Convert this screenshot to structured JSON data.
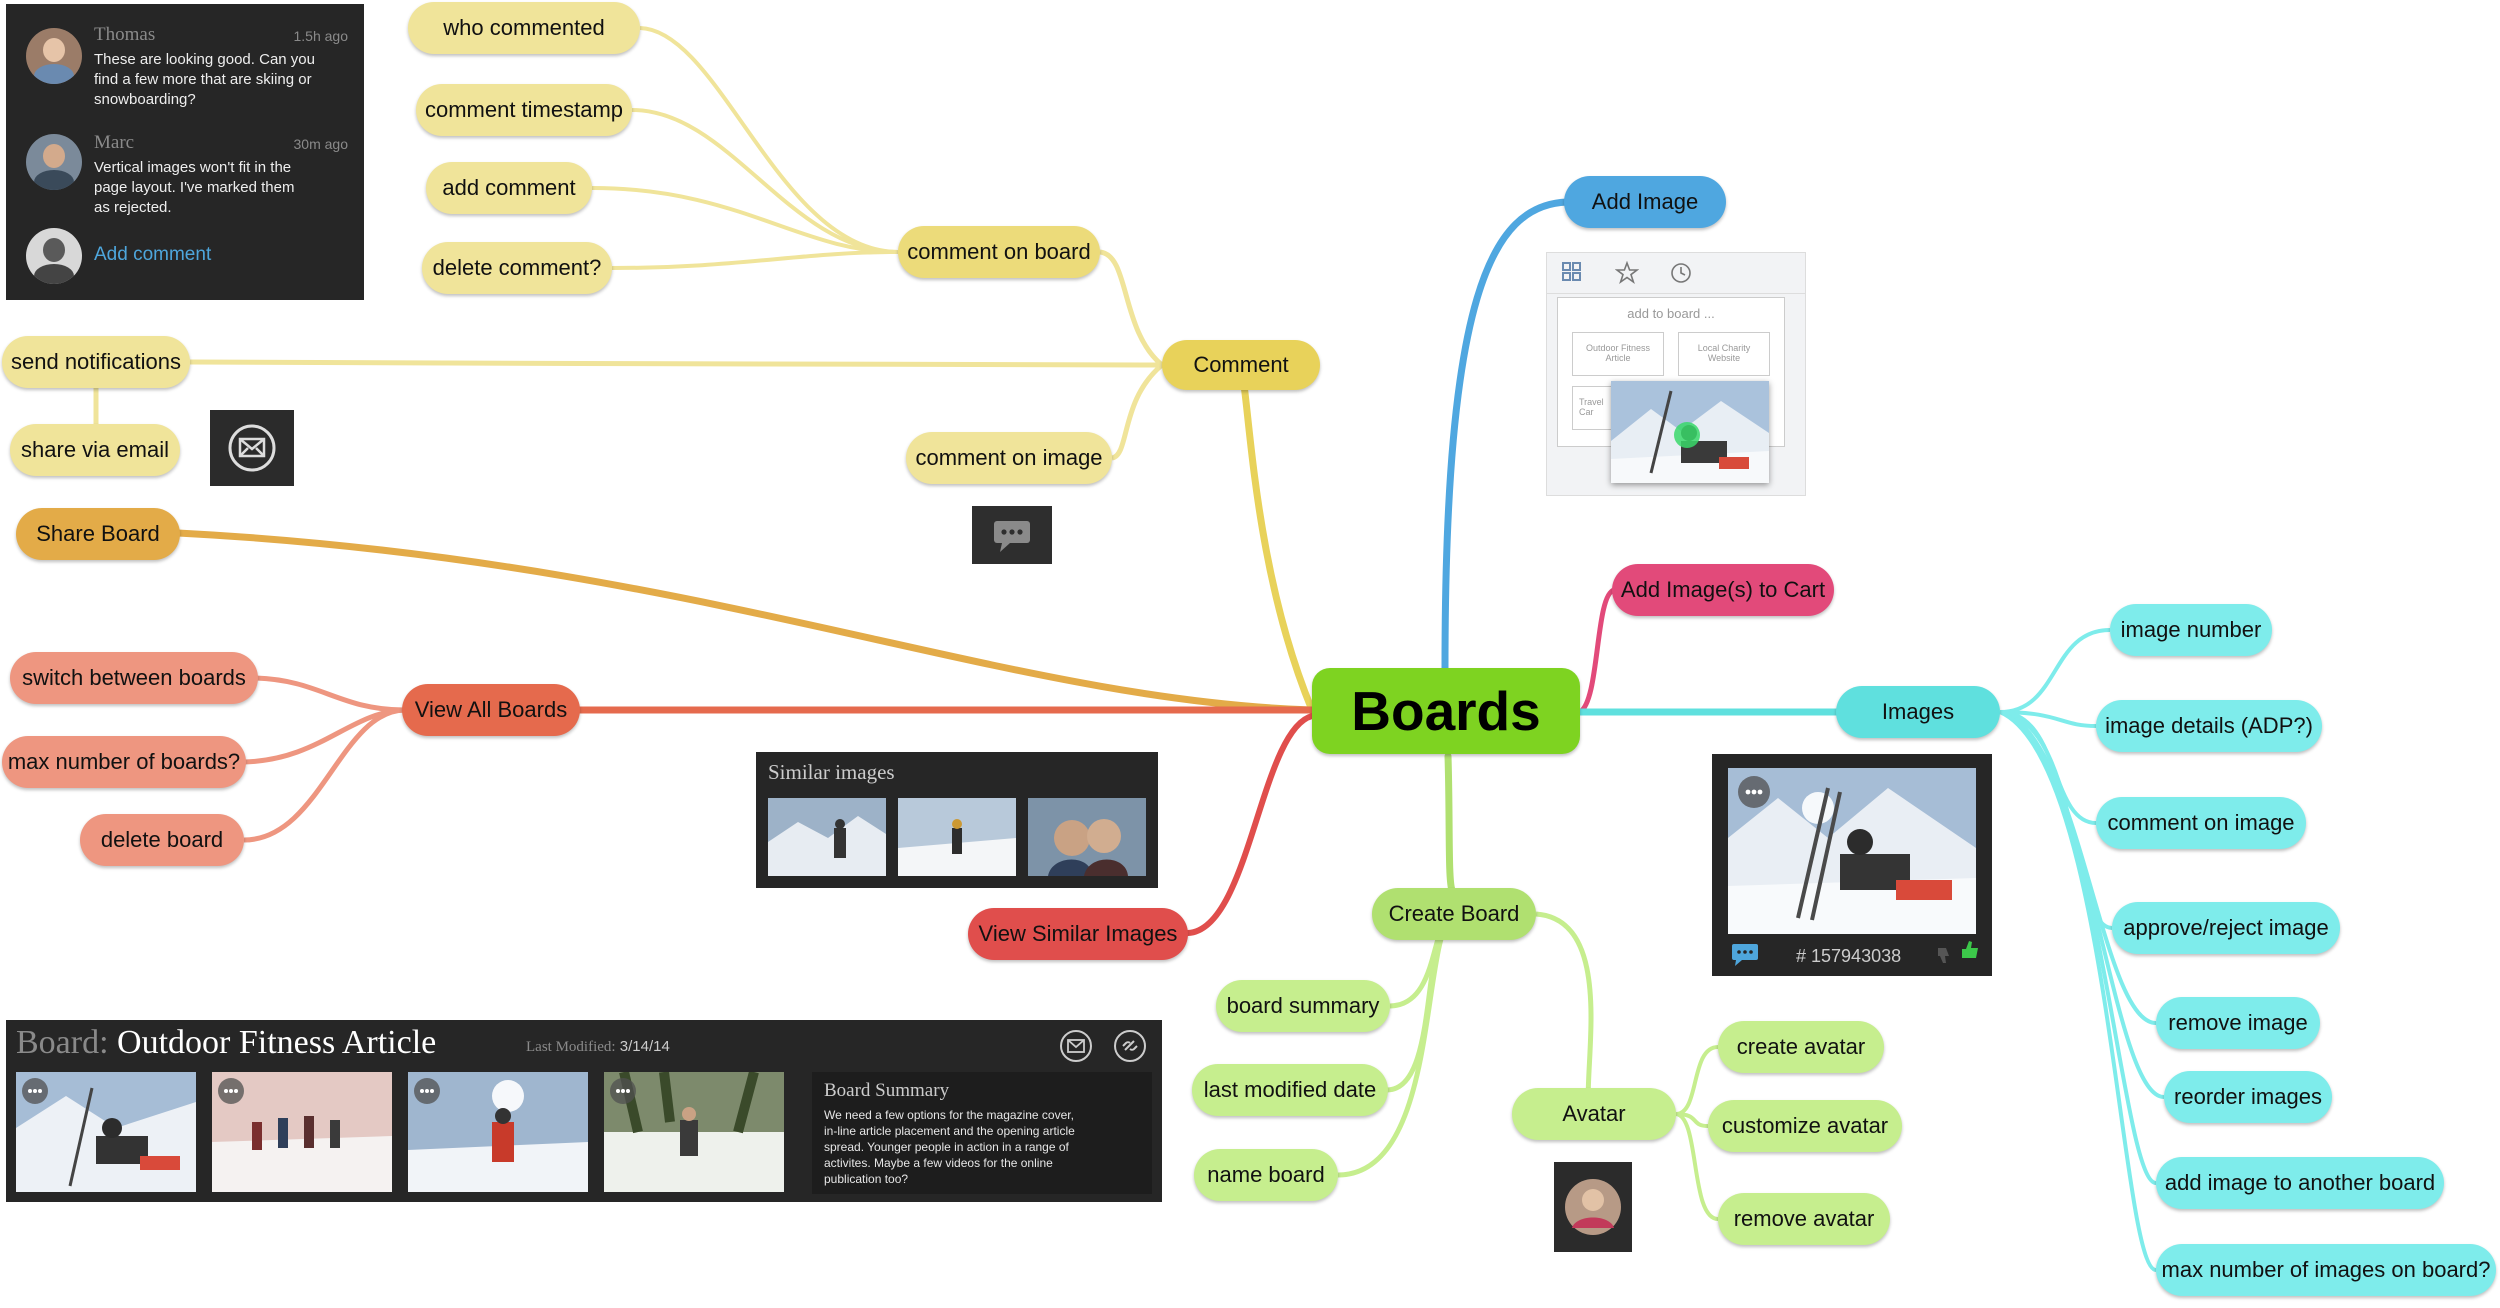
{
  "colors": {
    "central": "#7ed321",
    "comment": "#e8d25a",
    "comment_light": "#f0e49a",
    "share": "#e3ab48",
    "view_all": "#e56a4d",
    "view_all_light": "#ee9680",
    "similar": "#e04e4c",
    "cart": "#e24a7a",
    "add_image": "#4fa7e0",
    "images": "#5fe0de",
    "images_light": "#7eeceb",
    "create": "#b0e070",
    "create_light": "#c6ee8e",
    "panel_bg": "#262626",
    "link_blue": "#4ea6dc"
  },
  "mindmap": {
    "central": "Boards",
    "comment": "Comment",
    "comment_on_board": "comment on board",
    "who_commented": "who commented",
    "comment_timestamp": "comment timestamp",
    "add_comment": "add comment",
    "delete_comment": "delete comment?",
    "comment_on_image": "comment on image",
    "send_notifications": "send notifications",
    "share_via_email": "share via email",
    "share_board": "Share Board",
    "view_all_boards": "View All Boards",
    "switch_between_boards": "switch between boards",
    "max_number_of_boards": "max number of boards?",
    "delete_board": "delete board",
    "view_similar_images": "View Similar Images",
    "add_image": "Add Image",
    "add_images_to_cart": "Add Image(s) to Cart",
    "images": "Images",
    "image_number": "image number",
    "image_details": "image details (ADP?)",
    "images_comment_on_image": "comment on image",
    "approve_reject": "approve/reject image",
    "remove_image": "remove image",
    "reorder_images": "reorder images",
    "add_to_another_board": "add image to another board",
    "max_images_on_board": "max number of images on board?",
    "create_board": "Create Board",
    "board_summary": "board summary",
    "last_modified_date": "last modified date",
    "name_board": "name board",
    "avatar": "Avatar",
    "create_avatar": "create avatar",
    "customize_avatar": "customize avatar",
    "remove_avatar": "remove avatar"
  },
  "comments_panel": {
    "items": [
      {
        "name": "Thomas",
        "time": "1.5h ago",
        "text": [
          "These are looking good. Can you",
          "find a few more that are skiing or",
          "snowboarding?"
        ]
      },
      {
        "name": "Marc",
        "time": "30m ago",
        "text": [
          "Vertical images won't fit in the",
          "page layout. I've marked them",
          "as rejected."
        ]
      }
    ],
    "add_comment": "Add comment"
  },
  "add_to_board_popup": {
    "title": "add to board ...",
    "option_1": [
      "Outdoor Fitness",
      "Article"
    ],
    "option_2": [
      "Local Charity",
      "Website"
    ],
    "option_3": [
      "Travel",
      "Car"
    ]
  },
  "similar_images": {
    "title": "Similar images"
  },
  "image_card": {
    "number": "# 157943038"
  },
  "board_bar": {
    "board_label": "Board:",
    "board_name": "Outdoor Fitness Article",
    "modified_label": "Last Modified:",
    "modified_date": "3/14/14",
    "summary_title": "Board Summary",
    "summary_lines": [
      "We need a few options for the magazine cover,",
      "in-line article placement and the opening article",
      "spread. Younger people in action in a range of",
      "activites. Maybe a few videos for the online",
      "publication too?"
    ]
  },
  "icons": {
    "grid": "grid-icon",
    "star": "star-icon",
    "clock": "clock-icon",
    "mail": "mail-icon",
    "speech": "speech-bubble-icon",
    "link": "link-icon",
    "thumb_up": "thumb-up-icon",
    "thumb_down": "thumb-down-icon",
    "more": "more-icon"
  }
}
